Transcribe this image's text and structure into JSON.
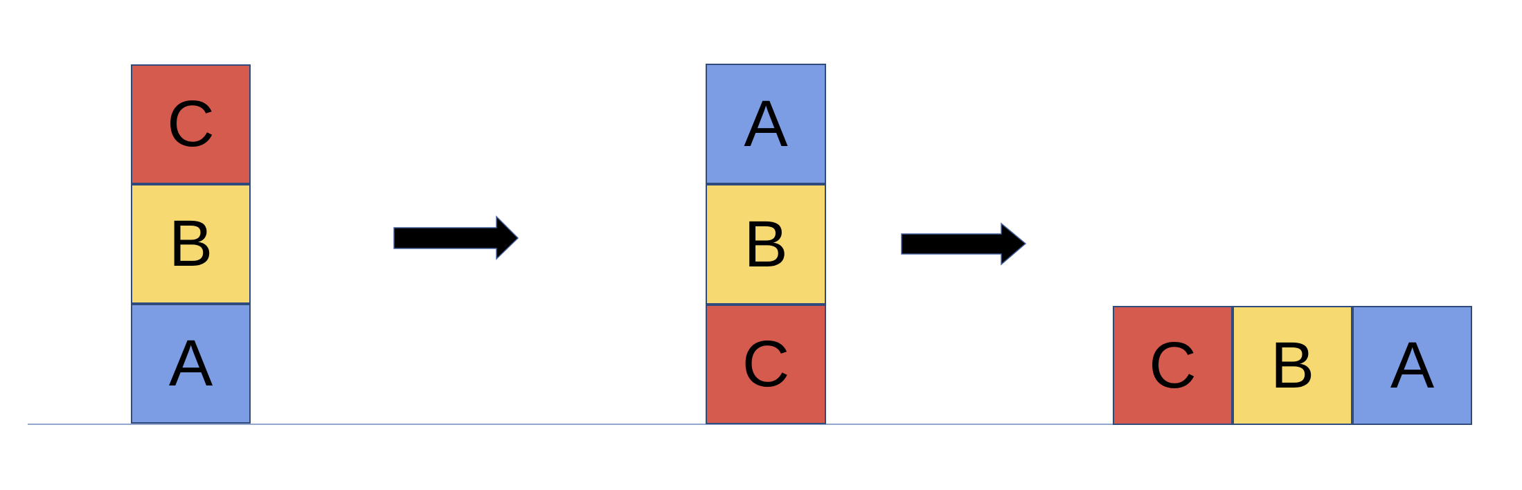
{
  "diagram": {
    "type": "blocks-world-transformation",
    "states": [
      {
        "name": "stack-initial",
        "orientation": "vertical",
        "blocks": [
          {
            "label": "C",
            "color": "red"
          },
          {
            "label": "B",
            "color": "yellow"
          },
          {
            "label": "A",
            "color": "blue"
          }
        ]
      },
      {
        "name": "stack-reversed",
        "orientation": "vertical",
        "blocks": [
          {
            "label": "A",
            "color": "blue"
          },
          {
            "label": "B",
            "color": "yellow"
          },
          {
            "label": "C",
            "color": "red"
          }
        ]
      },
      {
        "name": "row-unstacked",
        "orientation": "horizontal",
        "blocks": [
          {
            "label": "C",
            "color": "red"
          },
          {
            "label": "B",
            "color": "yellow"
          },
          {
            "label": "A",
            "color": "blue"
          }
        ]
      }
    ],
    "arrows": [
      {
        "name": "arrow-1",
        "direction": "right"
      },
      {
        "name": "arrow-2",
        "direction": "right"
      }
    ]
  },
  "colors": {
    "red": "#d65b4f",
    "yellow": "#f6d971",
    "blue": "#7c9ce4",
    "block_border": "#2f4a7d",
    "ground_line": "#93a6ce",
    "arrow_fill": "#000000",
    "arrow_outline": "#44609c"
  }
}
